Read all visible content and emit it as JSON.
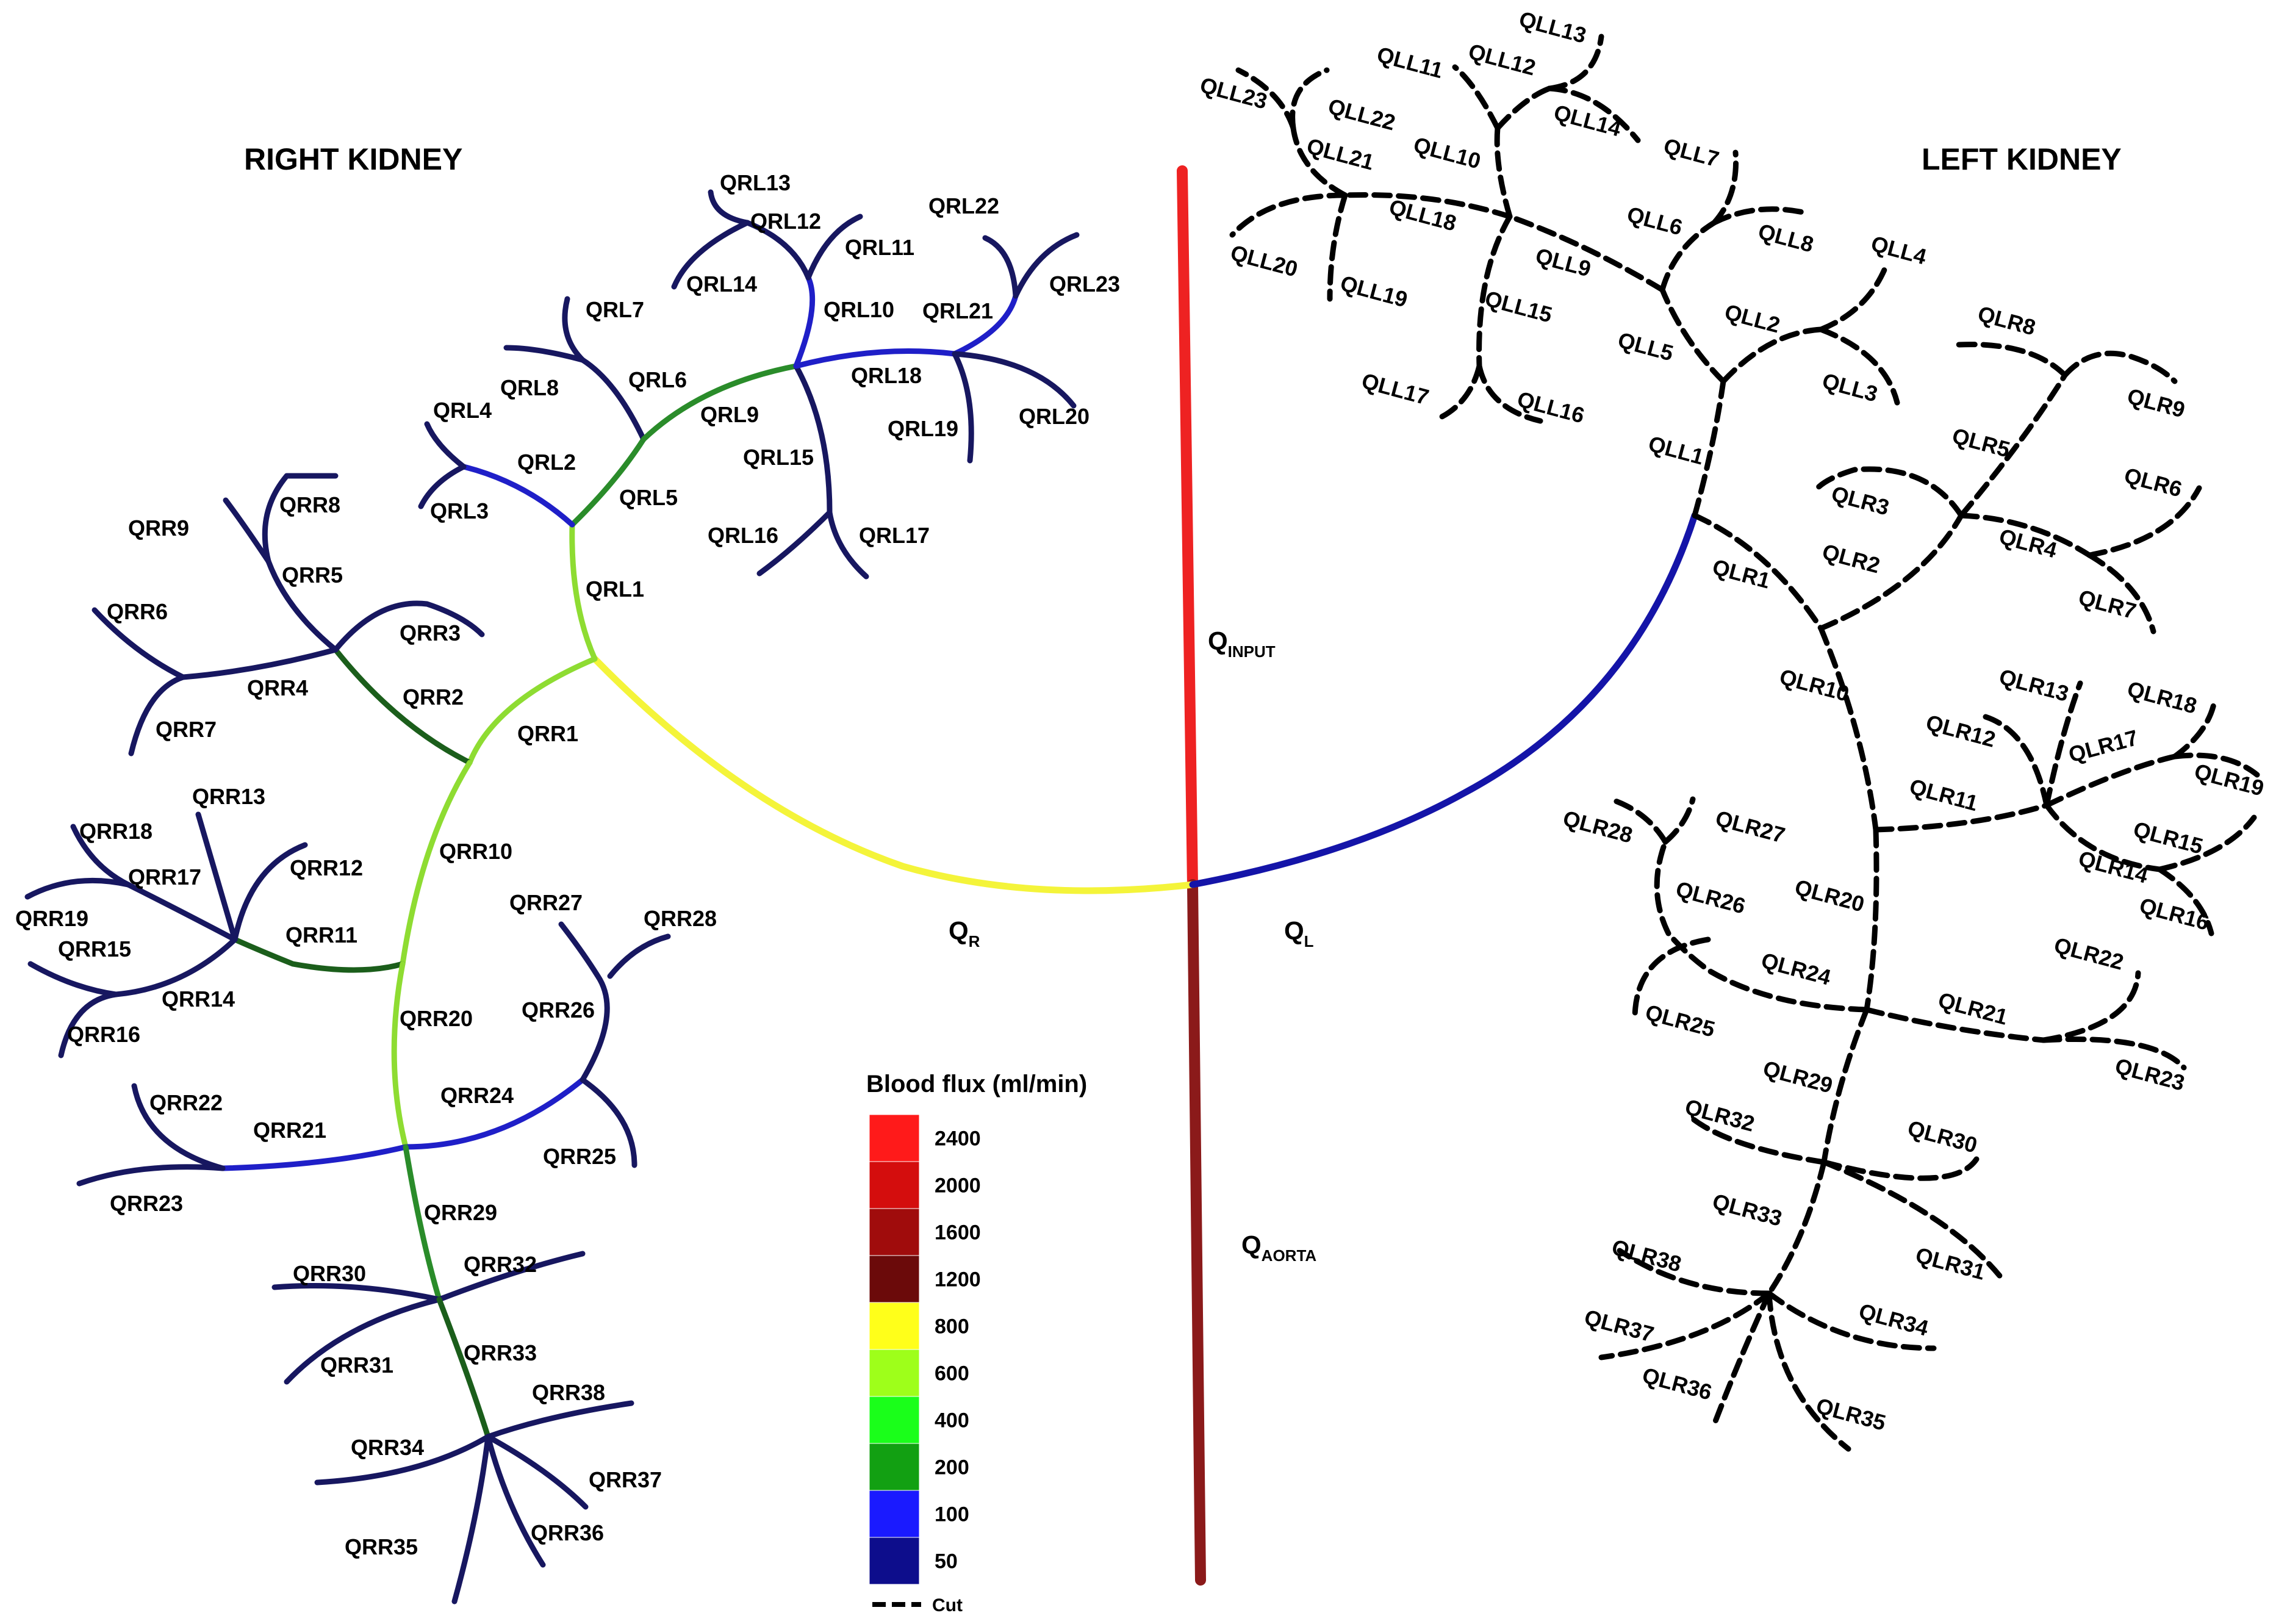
{
  "titles": {
    "right": "RIGHT KIDNEY",
    "left": "LEFT KIDNEY"
  },
  "flows": {
    "input": {
      "main": "Q",
      "sub": "INPUT"
    },
    "aorta": {
      "main": "Q",
      "sub": "AORTA"
    },
    "right": {
      "main": "Q",
      "sub": "R"
    },
    "left": {
      "main": "Q",
      "sub": "L"
    }
  },
  "legend": {
    "title": "Blood flux (ml/min)",
    "entries": [
      {
        "value": "2400",
        "color": "#ff1a1a"
      },
      {
        "value": "2000",
        "color": "#d40d0d"
      },
      {
        "value": "1600",
        "color": "#a00c0c"
      },
      {
        "value": "1200",
        "color": "#6b0a0a"
      },
      {
        "value": "800",
        "color": "#ffff1a"
      },
      {
        "value": "600",
        "color": "#9eff1a"
      },
      {
        "value": "400",
        "color": "#1aff1a"
      },
      {
        "value": "200",
        "color": "#12a012"
      },
      {
        "value": "100",
        "color": "#1a1aff"
      },
      {
        "value": "50",
        "color": "#0d0d8c"
      }
    ],
    "cut_label": "Cut"
  },
  "colors": {
    "input": "#ee2222",
    "aorta": "#8b1a1a",
    "qr": "#f4f43a",
    "ql": "#1414a8",
    "light_green": "#8edc32",
    "green": "#2a8c2a",
    "dark_green": "#1b5e1b",
    "blue": "#1f1fc8",
    "navy": "#171760",
    "cut": "#000000"
  },
  "labels": {
    "QRL1": "QRL1",
    "QRL2": "QRL2",
    "QRL3": "QRL3",
    "QRL4": "QRL4",
    "QRL5": "QRL5",
    "QRL6": "QRL6",
    "QRL7": "QRL7",
    "QRL8": "QRL8",
    "QRL9": "QRL9",
    "QRL10": "QRL10",
    "QRL11": "QRL11",
    "QRL12": "QRL12",
    "QRL13": "QRL13",
    "QRL14": "QRL14",
    "QRL15": "QRL15",
    "QRL16": "QRL16",
    "QRL17": "QRL17",
    "QRL18": "QRL18",
    "QRL19": "QRL19",
    "QRL20": "QRL20",
    "QRL21": "QRL21",
    "QRL22": "QRL22",
    "QRL23": "QRL23",
    "QRR1": "QRR1",
    "QRR2": "QRR2",
    "QRR3": "QRR3",
    "QRR4": "QRR4",
    "QRR5": "QRR5",
    "QRR6": "QRR6",
    "QRR7": "QRR7",
    "QRR8": "QRR8",
    "QRR9": "QRR9",
    "QRR10": "QRR10",
    "QRR11": "QRR11",
    "QRR12": "QRR12",
    "QRR13": "QRR13",
    "QRR14": "QRR14",
    "QRR15": "QRR15",
    "QRR16": "QRR16",
    "QRR17": "QRR17",
    "QRR18": "QRR18",
    "QRR19": "QRR19",
    "QRR20": "QRR20",
    "QRR21": "QRR21",
    "QRR22": "QRR22",
    "QRR23": "QRR23",
    "QRR24": "QRR24",
    "QRR25": "QRR25",
    "QRR26": "QRR26",
    "QRR27": "QRR27",
    "QRR28": "QRR28",
    "QRR29": "QRR29",
    "QRR30": "QRR30",
    "QRR31": "QRR31",
    "QRR32": "QRR32",
    "QRR33": "QRR33",
    "QRR34": "QRR34",
    "QRR35": "QRR35",
    "QRR36": "QRR36",
    "QRR37": "QRR37",
    "QRR38": "QRR38",
    "QLL1": "QLL1",
    "QLL2": "QLL2",
    "QLL3": "QLL3",
    "QLL4": "QLL4",
    "QLL5": "QLL5",
    "QLL6": "QLL6",
    "QLL7": "QLL7",
    "QLL8": "QLL8",
    "QLL9": "QLL9",
    "QLL10": "QLL10",
    "QLL11": "QLL11",
    "QLL12": "QLL12",
    "QLL13": "QLL13",
    "QLL14": "QLL14",
    "QLL15": "QLL15",
    "QLL16": "QLL16",
    "QLL17": "QLL17",
    "QLL18": "QLL18",
    "QLL19": "QLL19",
    "QLL20": "QLL20",
    "QLL21": "QLL21",
    "QLL22": "QLL22",
    "QLL23": "QLL23",
    "QLR1": "QLR1",
    "QLR2": "QLR2",
    "QLR3": "QLR3",
    "QLR4": "QLR4",
    "QLR5": "QLR5",
    "QLR6": "QLR6",
    "QLR7": "QLR7",
    "QLR8": "QLR8",
    "QLR9": "QLR9",
    "QLR10": "QLR10",
    "QLR11": "QLR11",
    "QLR12": "QLR12",
    "QLR13": "QLR13",
    "QLR14": "QLR14",
    "QLR15": "QLR15",
    "QLR16": "QLR16",
    "QLR17": "QLR17",
    "QLR18": "QLR18",
    "QLR19": "QLR19",
    "QLR20": "QLR20",
    "QLR21": "QLR21",
    "QLR22": "QLR22",
    "QLR23": "QLR23",
    "QLR24": "QLR24",
    "QLR25": "QLR25",
    "QLR26": "QLR26",
    "QLR27": "QLR27",
    "QLR28": "QLR28",
    "QLR29": "QLR29",
    "QLR30": "QLR30",
    "QLR31": "QLR31",
    "QLR32": "QLR32",
    "QLR33": "QLR33",
    "QLR34": "QLR34",
    "QLR35": "QLR35",
    "QLR36": "QLR36",
    "QLR37": "QLR37",
    "QLR38": "QLR38"
  }
}
